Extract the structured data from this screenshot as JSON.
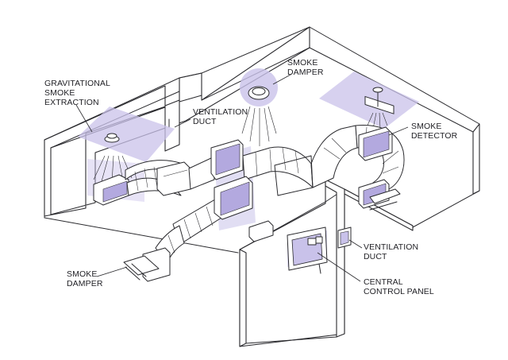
{
  "colors": {
    "accent": "#c9c2ea",
    "accent_dark": "#b3a9df",
    "line": "#2a2a2e",
    "background": "#ffffff"
  },
  "labels": {
    "gravitational_line1": "GRAVITATIONAL",
    "gravitational_line2": "SMOKE",
    "gravitational_line3": "EXTRACTION",
    "vent_top_line1": "VENTILATION",
    "vent_top_line2": "DUCT",
    "damper_top_line1": "SMOKE",
    "damper_top_line2": "DAMPER",
    "detector_line1": "SMOKE",
    "detector_line2": "DETECTOR",
    "vent_right_line1": "VENTILATION",
    "vent_right_line2": "DUCT",
    "panel_line1": "CENTRAL",
    "panel_line2": "CONTROL PANEL",
    "damper_bottom_line1": "SMOKE",
    "damper_bottom_line2": "DAMPER"
  }
}
